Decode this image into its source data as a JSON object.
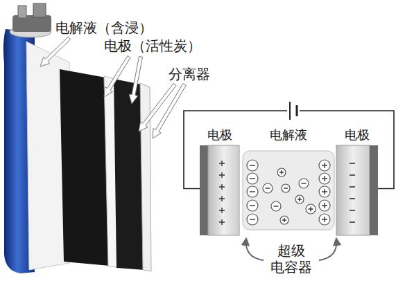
{
  "diagram": {
    "nodes": [
      {
        "text": [
          "电极"
        ]
      },
      {
        "text": [
          "电解液"
        ]
      },
      {
        "text": [
          "电极"
        ]
      }
    ],
    "edges": [
      {
        "from": 0,
        "to": 2,
        "arrow": "none"
      }
    ],
    "labels": [
      "电解液（含浸）",
      "电极（活性炭）",
      "分离器",
      "超级 电容器"
    ]
  }
}
